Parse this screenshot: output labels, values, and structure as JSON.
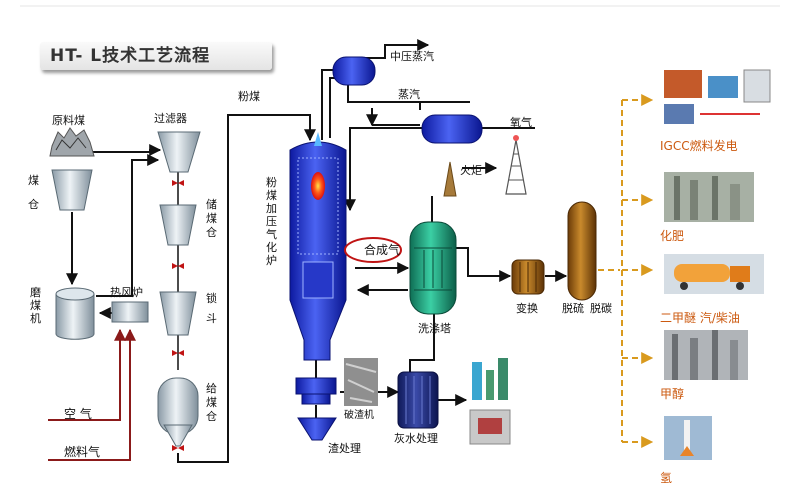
{
  "title": "HT- L技术工艺流程",
  "labels": {
    "raw_coal": "原料煤",
    "coal_bin": "煤仓",
    "filter": "过滤器",
    "storage_bin": "储煤仓",
    "lock_hopper": "锁斗",
    "feed_bin": "给煤仓",
    "grinder": "磨煤机",
    "hot_air_furnace": "热风炉",
    "air": "空 气",
    "fuel_gas": "燃料气",
    "pulverized_coal": "粉煤",
    "medium_pressure_steam": "中压蒸汽",
    "steam": "蒸汽",
    "oxygen": "氧气",
    "gasifier": "粉煤加压气化炉",
    "syngas": "合成气",
    "flare": "火炬",
    "scrubber": "洗涤塔",
    "shift": "变换",
    "desulfurization": "脱硫",
    "decarbonization": "脱碳",
    "slag_breaker": "破渣机",
    "slag_treatment": "渣处理",
    "ash_water": "灰水处理"
  },
  "products": [
    "IGCC燃料发电",
    "化肥",
    "二甲醚 汽/柴油",
    "甲醇",
    "氢"
  ],
  "colors": {
    "product_text": "#cc5a10",
    "dashed_arrow": "#d99a1e",
    "air_line": "#8b1a1a",
    "gasifier": "#2b3fd6",
    "scrubber": "#1f9a7a",
    "vessel_blue": "#1e2fd0"
  }
}
